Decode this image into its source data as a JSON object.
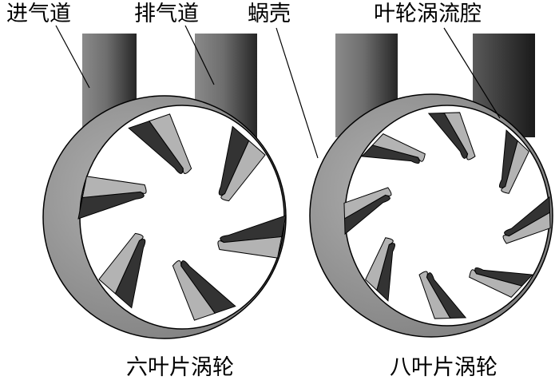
{
  "labels": {
    "inlet": "进气道",
    "outlet": "排气道",
    "volute": "蜗壳",
    "vortex_cavity": "叶轮涡流腔"
  },
  "captions": {
    "left": "六叶片涡轮",
    "right": "八叶片涡轮"
  },
  "colors": {
    "background": "#ffffff",
    "casing": "#9a9a9a",
    "blade_dark": "#333333",
    "blade_light": "#b3b3b3",
    "outline": "#000000"
  },
  "turbines": [
    {
      "blade_count": 6
    },
    {
      "blade_count": 8
    }
  ]
}
